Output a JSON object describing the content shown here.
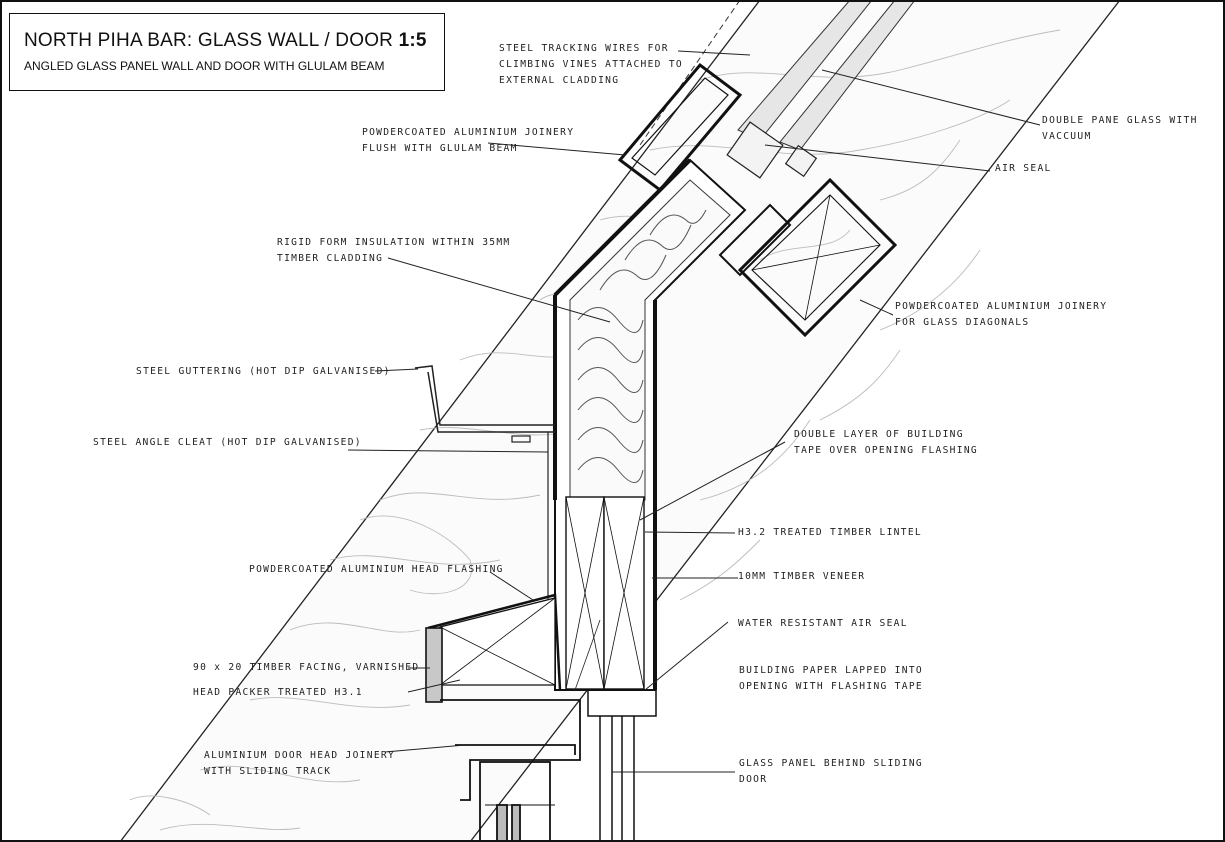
{
  "title": {
    "main": "NORTH PIHA BAR: GLASS WALL / DOOR",
    "scale": "1:5",
    "subtitle": "ANGLED GLASS PANEL WALL AND DOOR WITH GLULAM BEAM"
  },
  "labels": {
    "tracking_wires": [
      "STEEL TRACKING WIRES FOR",
      "CLIMBING VINES ATTACHED TO",
      "EXTERNAL CLADDING"
    ],
    "double_pane": [
      "DOUBLE PANE GLASS WITH",
      "VACCUUM"
    ],
    "air_seal": [
      "AIR SEAL"
    ],
    "joinery_flush": [
      "POWDERCOATED ALUMINIUM JOINERY",
      "FLUSH WITH GLULAM BEAM"
    ],
    "rigid_insulation": [
      "RIGID FORM INSULATION WITHIN 35MM",
      "TIMBER CLADDING"
    ],
    "joinery_diagonals": [
      "POWDERCOATED ALUMINIUM JOINERY",
      "FOR GLASS DIAGONALS"
    ],
    "guttering": [
      "STEEL GUTTERING (HOT DIP GALVANISED)"
    ],
    "angle_cleat": [
      "STEEL ANGLE CLEAT (HOT DIP GALVANISED)"
    ],
    "building_tape": [
      "DOUBLE LAYER OF BUILDING",
      "TAPE OVER OPENING FLASHING"
    ],
    "lintel": [
      "H3.2 TREATED TIMBER LINTEL"
    ],
    "head_flashing": [
      "POWDERCOATED ALUMINIUM HEAD FLASHING"
    ],
    "veneer": [
      "10MM TIMBER VENEER"
    ],
    "water_seal": [
      "WATER RESISTANT AIR SEAL"
    ],
    "timber_facing": [
      "90 x 20 TIMBER FACING, VARNISHED"
    ],
    "building_paper": [
      "BUILDING PAPER LAPPED INTO",
      "OPENING WITH FLASHING TAPE"
    ],
    "head_packer": [
      "HEAD PACKER TREATED H3.1"
    ],
    "door_head": [
      "ALUMINIUM DOOR HEAD JOINERY",
      "WITH SLIDING TRACK"
    ],
    "glass_panel": [
      "GLASS PANEL BEHIND SLIDING",
      "DOOR"
    ]
  }
}
